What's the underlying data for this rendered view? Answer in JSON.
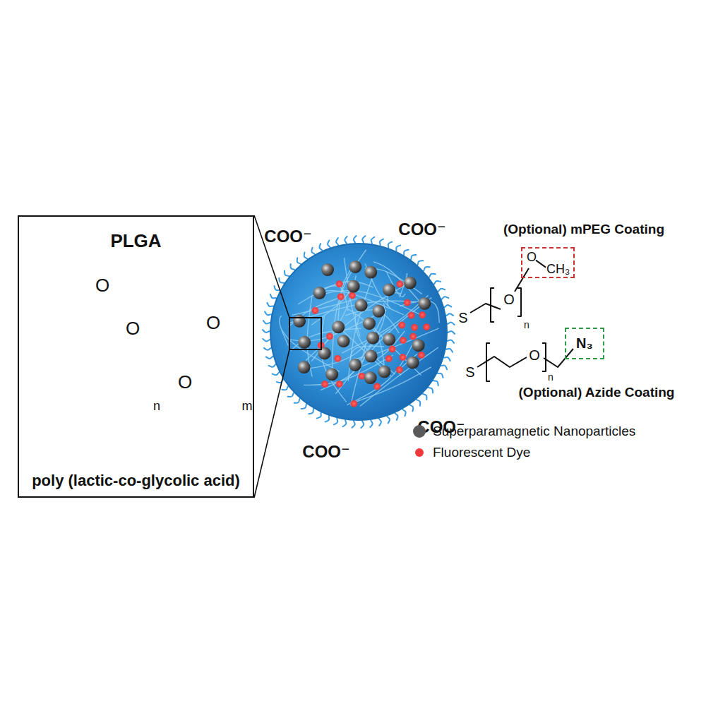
{
  "diagram": {
    "nodes": [
      {
        "text": [
          "PLGA",
          "poly (lactic-co-glycolic acid)"
        ]
      },
      {
        "text": [
          "O",
          "CH₃"
        ]
      },
      {
        "text": [
          "N₃"
        ]
      }
    ],
    "labels": [
      "O",
      "O",
      "n",
      "O",
      "O",
      "m",
      "COO⁻",
      "COO⁻",
      "COO⁻",
      "COO⁻",
      "(Optional) mPEG Coating",
      "S",
      "O",
      "n",
      "S",
      "O",
      "n",
      "(Optional) Azide Coating"
    ],
    "legend": [
      {
        "text": "Superparamagnetic Nanoparticles",
        "color": "#5a5a5a"
      },
      {
        "text": "Fluorescent Dye",
        "color": "#f0393a"
      }
    ]
  }
}
